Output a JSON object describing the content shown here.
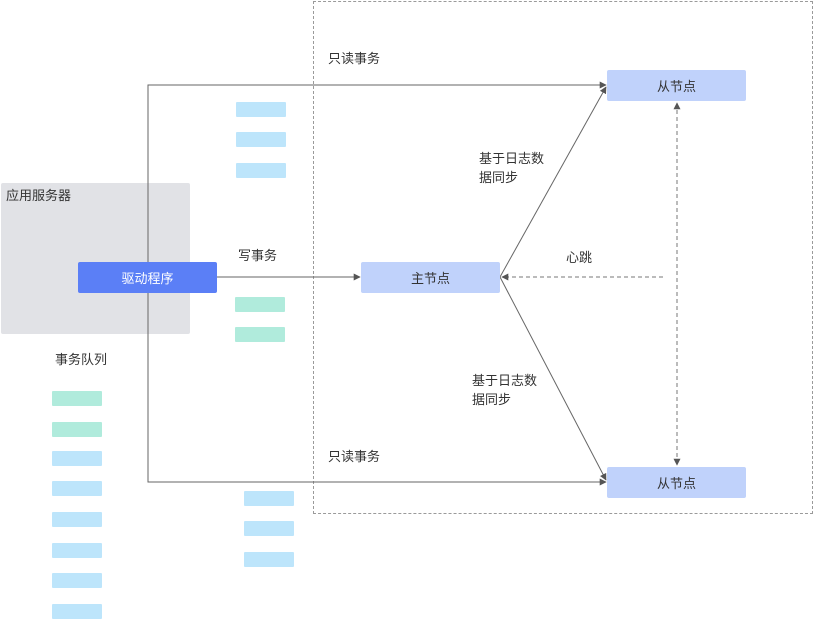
{
  "app_server": {
    "label": "应用服务器"
  },
  "driver": {
    "label": "驱动程序"
  },
  "primary": {
    "label": "主节点"
  },
  "replicas": {
    "top": "从节点",
    "bottom": "从节点"
  },
  "edges": {
    "read_top": "只读事务",
    "read_bottom": "只读事务",
    "write": "写事务",
    "sync_top_line1": "基于日志数",
    "sync_top_line2": "据同步",
    "sync_bottom_line1": "基于日志数",
    "sync_bottom_line2": "据同步",
    "heartbeat": "心跳"
  },
  "queue": {
    "label": "事务队列"
  },
  "colors": {
    "driver": "#5b7ff6",
    "node": "#c0d2fb",
    "read_transaction": "#bde5fb",
    "write_transaction": "#b0ebdc",
    "app_server_bg": "#e1e2e6"
  }
}
